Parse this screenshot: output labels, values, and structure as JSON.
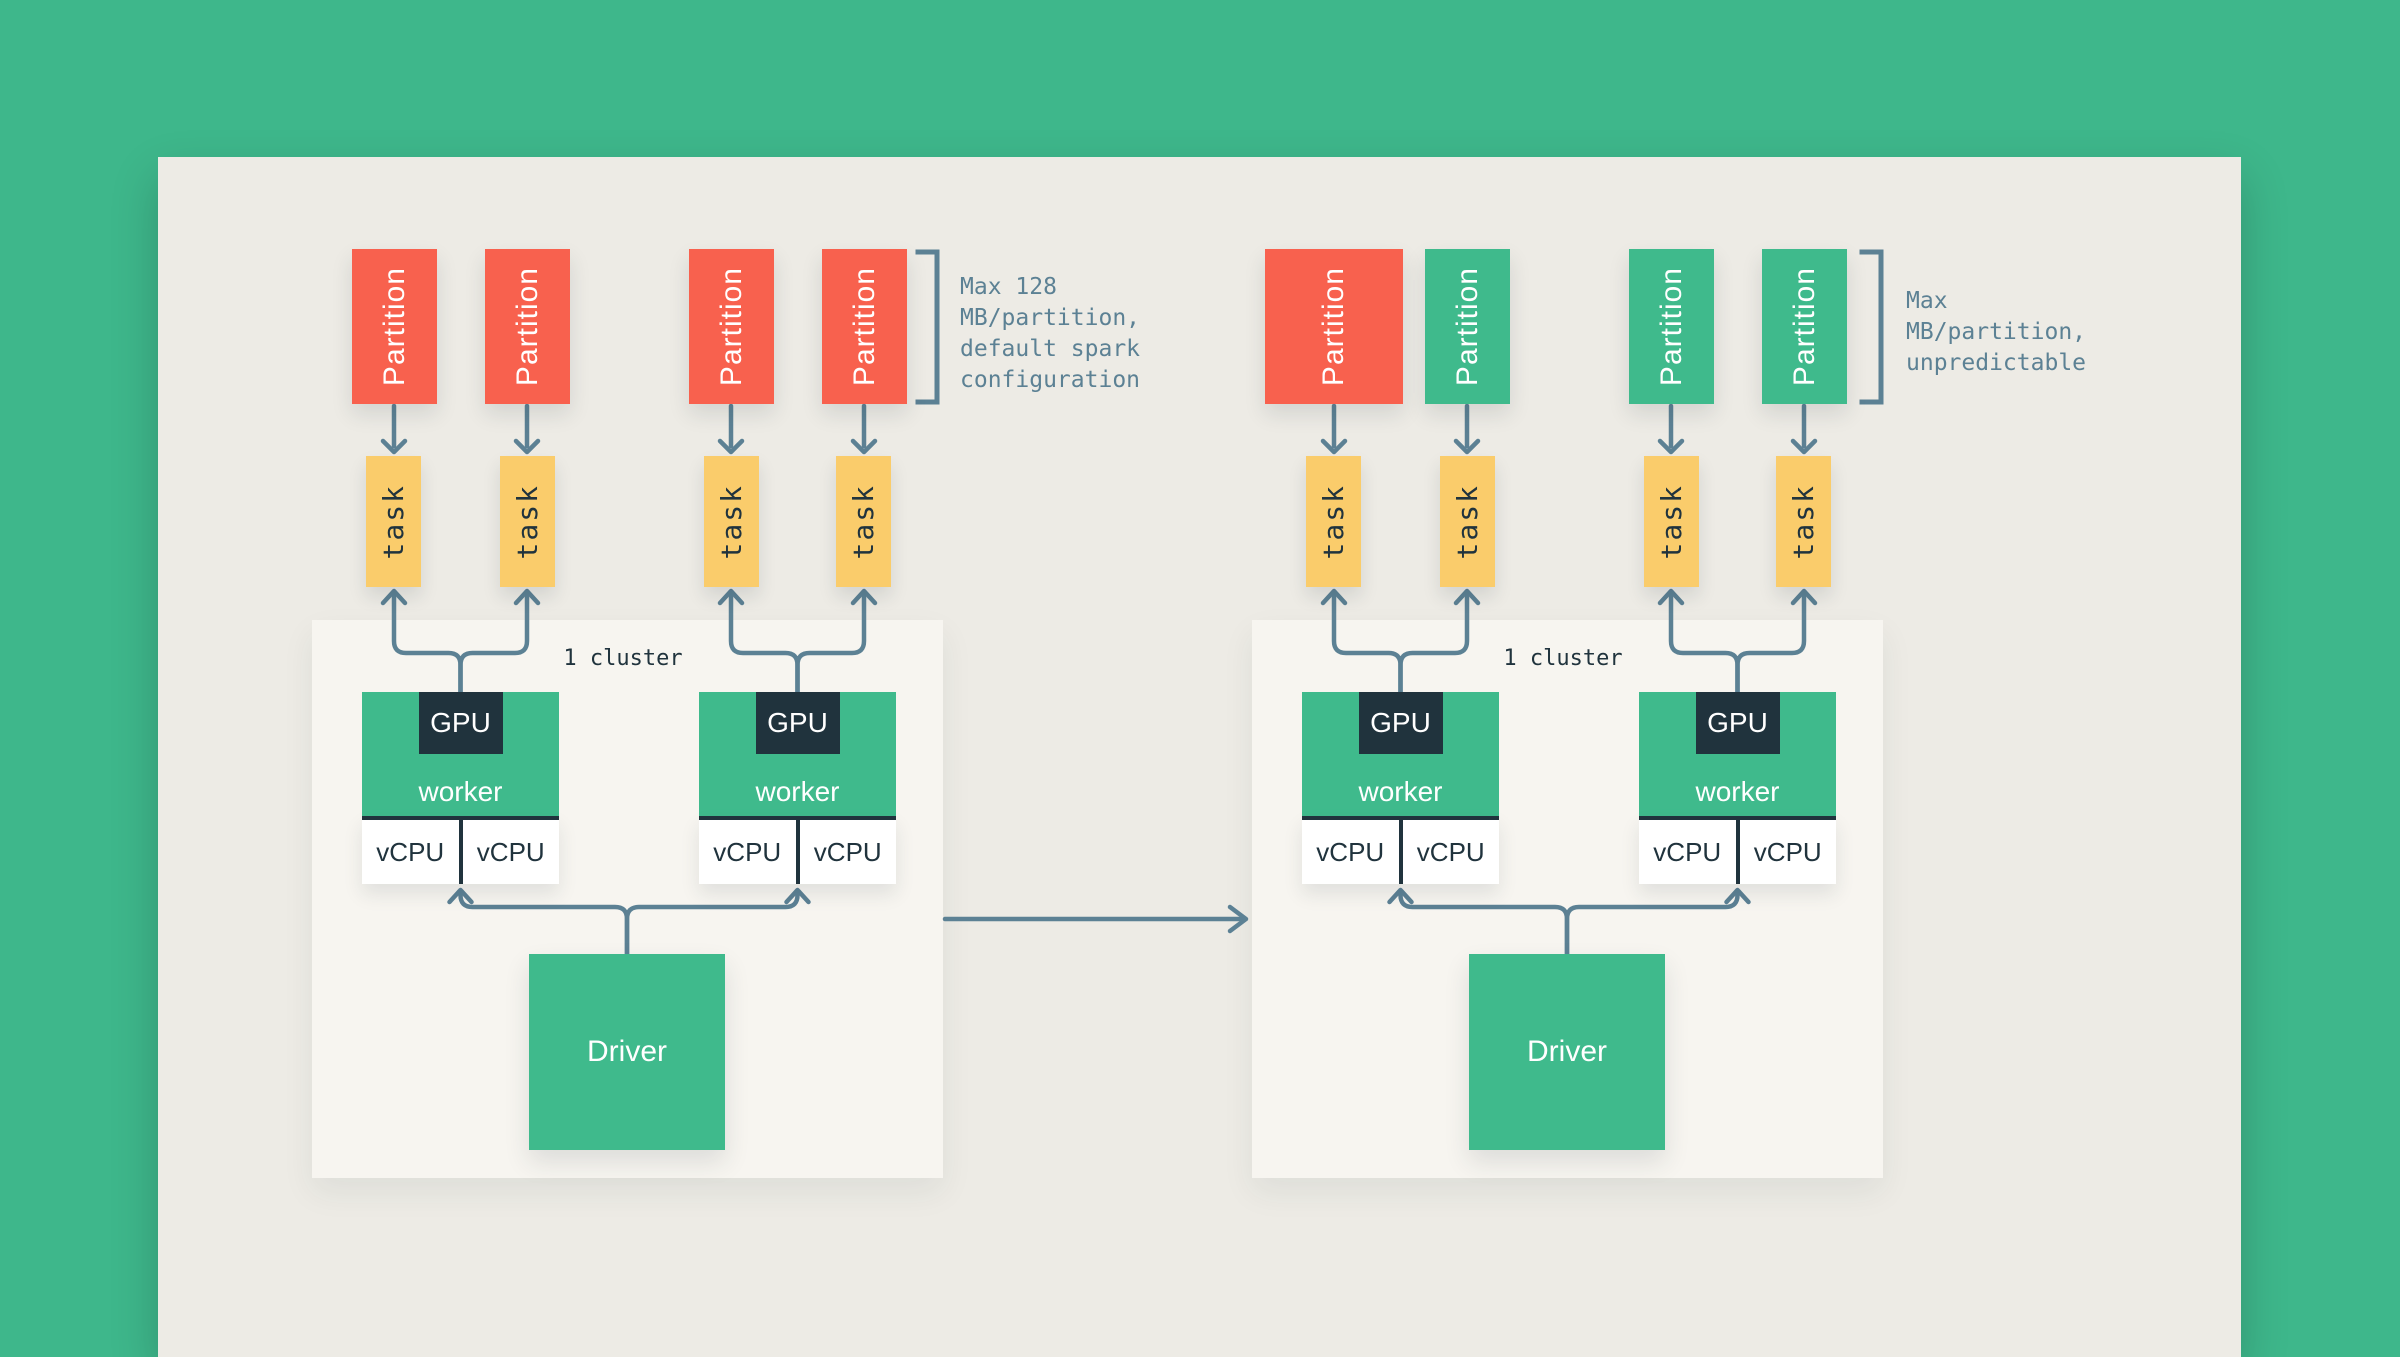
{
  "canvas": {
    "background_color": "#3eb78b",
    "panel_color": "#edebe5",
    "cluster_panel_color": "#f7f5f0"
  },
  "palette": {
    "partition_red": "#f8614e",
    "partition_green": "#3fba8c",
    "task_yellow": "#facc6b",
    "gpu_navy": "#20333d",
    "connector_slate": "#5c8194",
    "box_green": "#3fba8c"
  },
  "clusters": [
    {
      "label": "1 cluster",
      "partitions": [
        {
          "label": "Partition",
          "color": "red"
        },
        {
          "label": "Partition",
          "color": "red"
        },
        {
          "label": "Partition",
          "color": "red"
        },
        {
          "label": "Partition",
          "color": "red"
        }
      ],
      "tasks": [
        {
          "label": "task"
        },
        {
          "label": "task"
        },
        {
          "label": "task"
        },
        {
          "label": "task"
        }
      ],
      "workers": [
        {
          "gpu_label": "GPU",
          "label": "worker",
          "vcpus": [
            {
              "label": "vCPU"
            },
            {
              "label": "vCPU"
            }
          ]
        },
        {
          "gpu_label": "GPU",
          "label": "worker",
          "vcpus": [
            {
              "label": "vCPU"
            },
            {
              "label": "vCPU"
            }
          ]
        }
      ],
      "driver_label": "Driver",
      "annotation": {
        "lines": [
          "Max 128",
          "MB/partition,",
          "default spark",
          "configuration"
        ]
      }
    },
    {
      "label": "1 cluster",
      "partitions": [
        {
          "label": "Partition",
          "color": "red"
        },
        {
          "label": "Partition",
          "color": "green"
        },
        {
          "label": "Partition",
          "color": "green"
        },
        {
          "label": "Partition",
          "color": "green"
        }
      ],
      "tasks": [
        {
          "label": "task"
        },
        {
          "label": "task"
        },
        {
          "label": "task"
        },
        {
          "label": "task"
        }
      ],
      "workers": [
        {
          "gpu_label": "GPU",
          "label": "worker",
          "vcpus": [
            {
              "label": "vCPU"
            },
            {
              "label": "vCPU"
            }
          ]
        },
        {
          "gpu_label": "GPU",
          "label": "worker",
          "vcpus": [
            {
              "label": "vCPU"
            },
            {
              "label": "vCPU"
            }
          ]
        }
      ],
      "driver_label": "Driver",
      "annotation": {
        "lines": [
          "Max",
          "MB/partition,",
          "unpredictable"
        ]
      }
    }
  ]
}
